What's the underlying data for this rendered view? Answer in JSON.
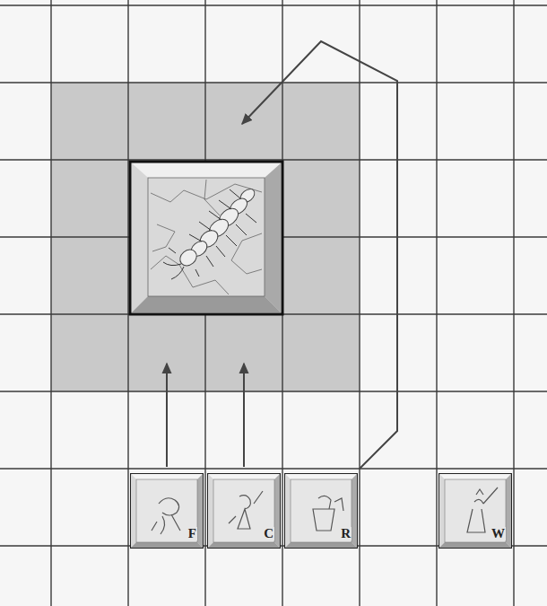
{
  "diagram": {
    "nodes": [
      {
        "text": [
          "F"
        ]
      },
      {
        "text": [
          "C"
        ]
      },
      {
        "text": [
          "R"
        ]
      },
      {
        "text": [
          "W"
        ]
      }
    ]
  }
}
